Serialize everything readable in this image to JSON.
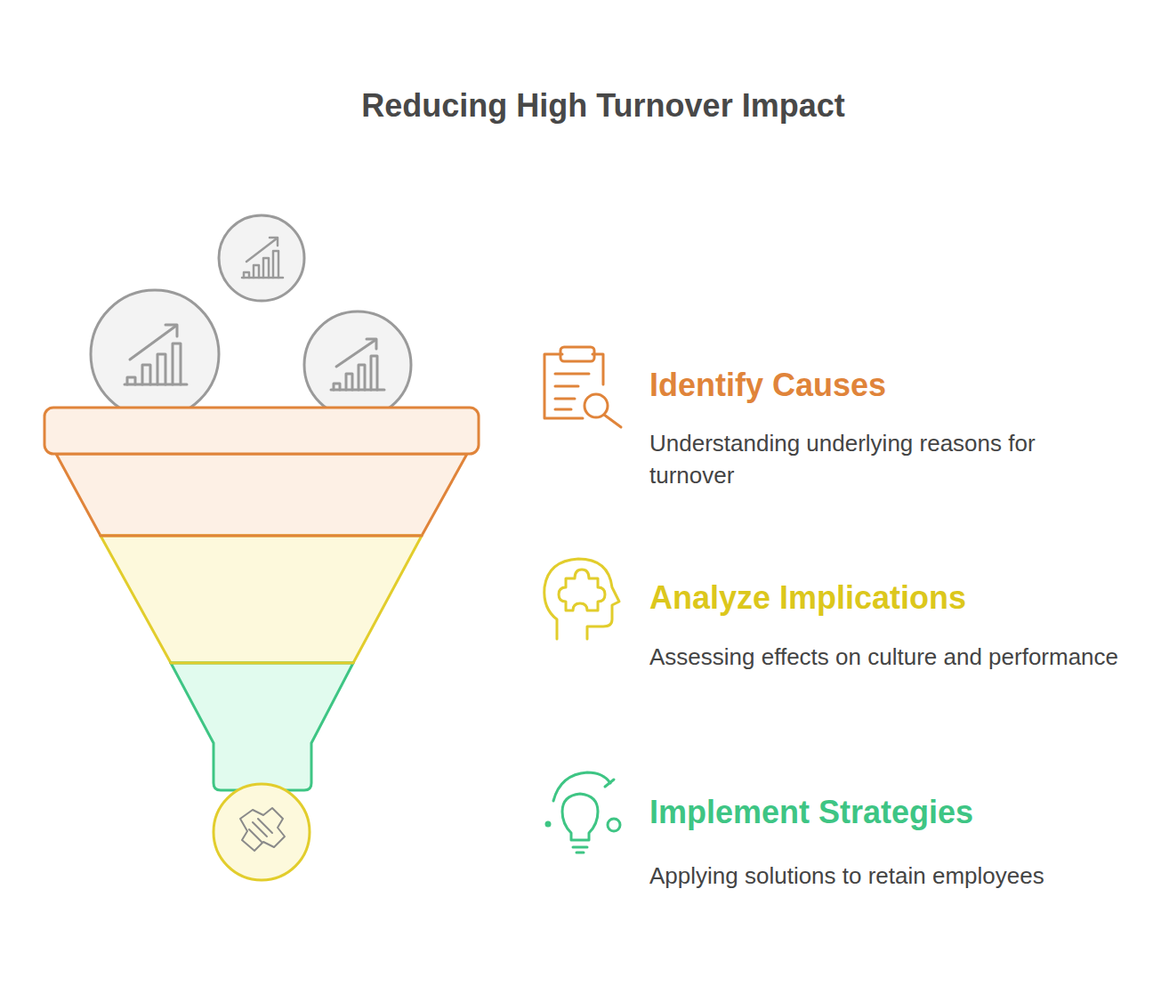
{
  "diagram": {
    "title": "Reducing High Turnover Impact",
    "labels": [
      "Identify Causes",
      "Understanding underlying reasons for turnover",
      "Analyze Implications",
      "Assessing effects on culture and performance",
      "Implement Strategies",
      "Applying solutions to retain employees"
    ]
  }
}
